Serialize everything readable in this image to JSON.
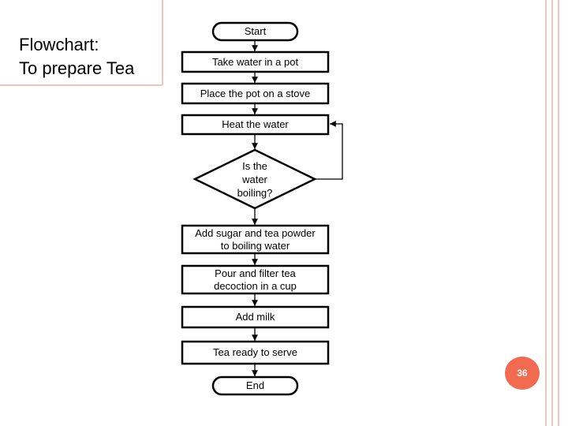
{
  "slide": {
    "title_line1": "Flowchart:",
    "title_line2": "To prepare Tea",
    "page_number": "36",
    "accent_color": "#f26a4f",
    "frame_color": "#f4c6b8"
  },
  "flow": {
    "start": "Start",
    "step1": "Take water in a pot",
    "step2": "Place the pot on a stove",
    "step3": "Heat the water",
    "decision": "Is the\nwater\nboiling?",
    "step4": "Add sugar and tea powder\nto boiling water",
    "step5": "Pour and filter tea\ndecoction in a cup",
    "step6": "Add milk",
    "step7": "Tea ready to serve",
    "end": "End"
  }
}
